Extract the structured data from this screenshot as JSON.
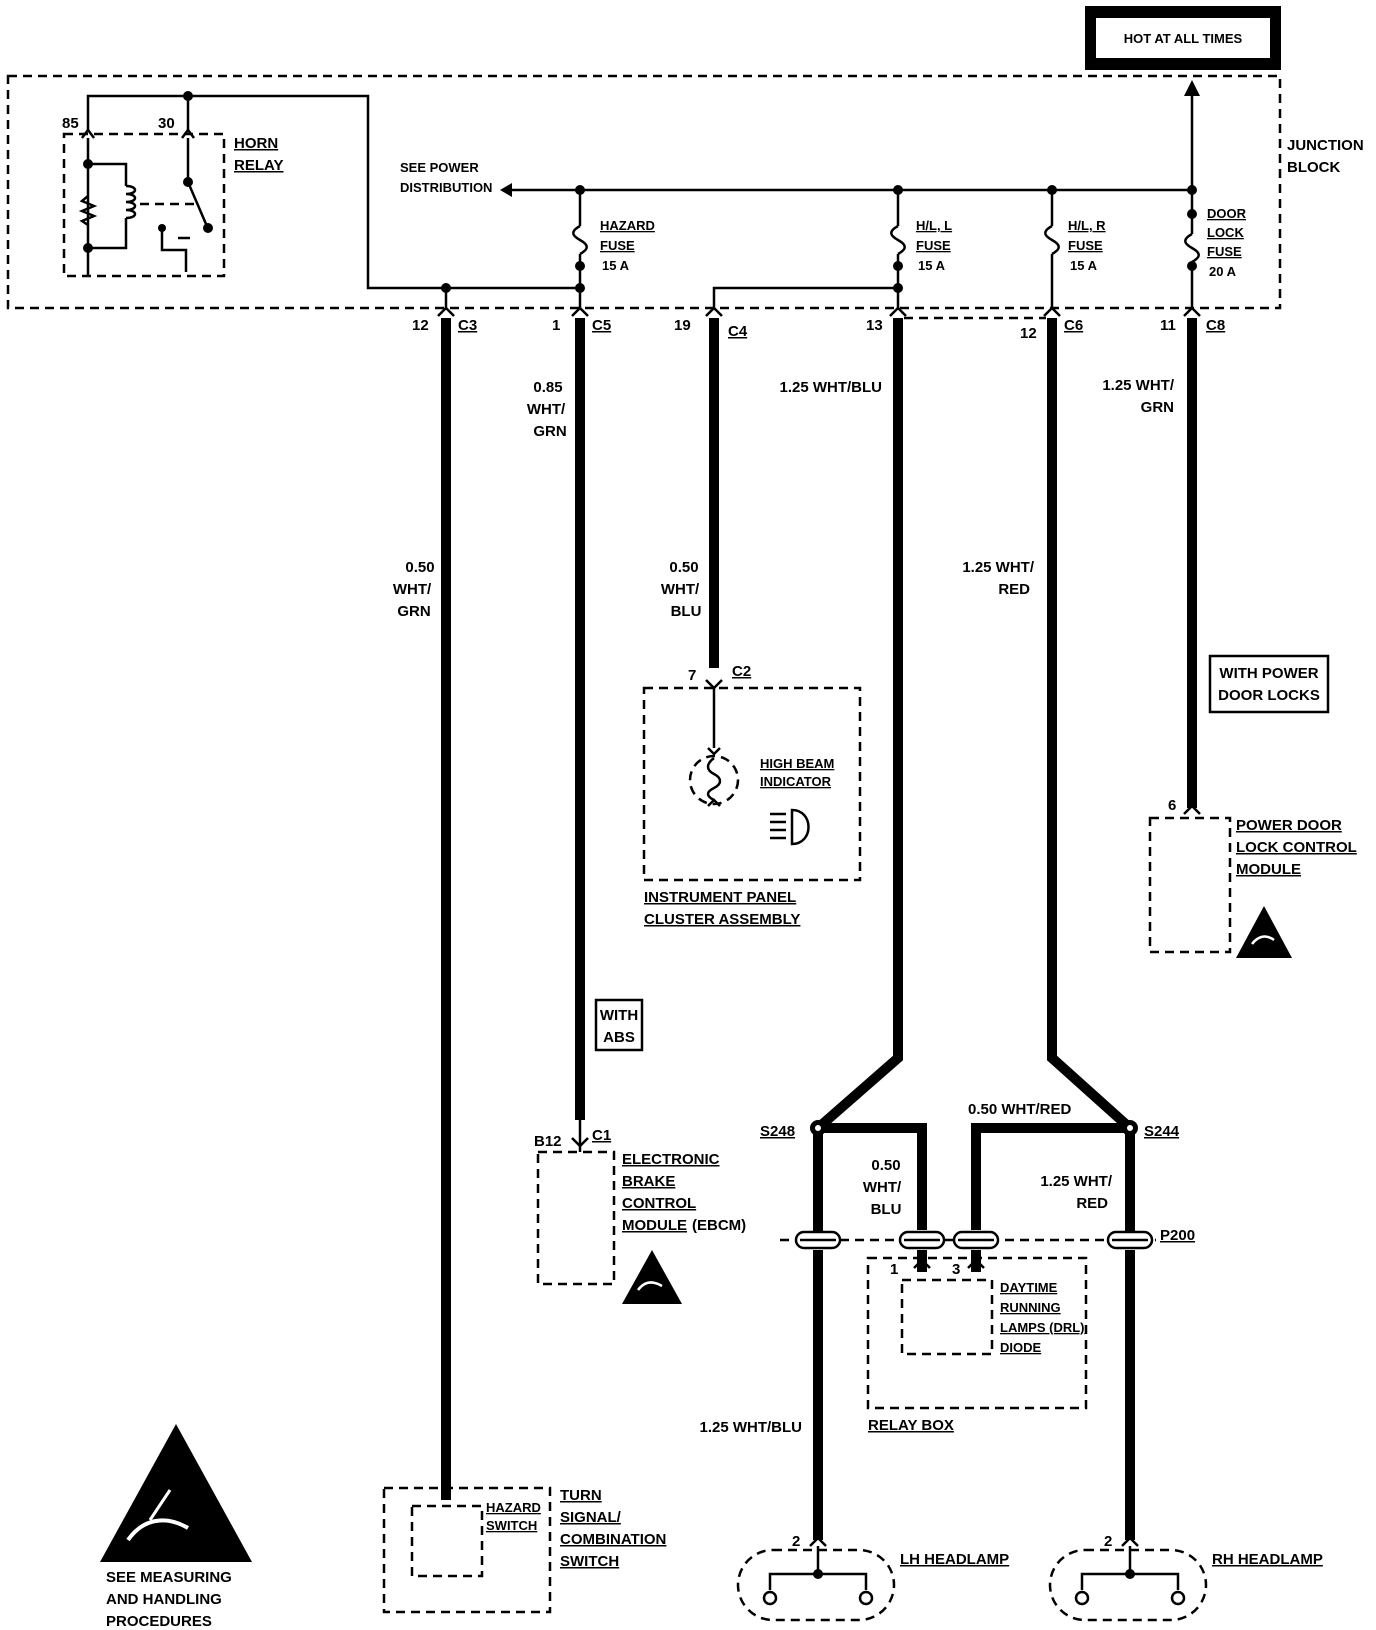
{
  "header": {
    "hot_at_all_times": "HOT AT ALL TIMES"
  },
  "junction_block": {
    "label_1": "JUNCTION",
    "label_2": "BLOCK"
  },
  "horn_relay": {
    "label_1": "HORN",
    "label_2": "RELAY",
    "pin_85": "85",
    "pin_30": "30"
  },
  "power_distribution": {
    "label_1": "SEE POWER",
    "label_2": "DISTRIBUTION"
  },
  "fuses": {
    "hazard": {
      "l1": "HAZARD",
      "l2": "FUSE",
      "rating": "15 A"
    },
    "hl_l": {
      "l1": "H/L, L",
      "l2": "FUSE",
      "rating": "15 A"
    },
    "hl_r": {
      "l1": "H/L, R",
      "l2": "FUSE",
      "rating": "15 A"
    },
    "door_lock": {
      "l1": "DOOR",
      "l2": "LOCK",
      "l3": "FUSE",
      "rating": "20 A"
    }
  },
  "connectors": {
    "c3": {
      "pin": "12",
      "name": "C3"
    },
    "c5": {
      "pin": "1",
      "name": "C5"
    },
    "c4": {
      "pin": "19",
      "name": "C4"
    },
    "c13": {
      "pin": "13"
    },
    "c6": {
      "pin": "12",
      "name": "C6"
    },
    "c8": {
      "pin": "11",
      "name": "C8"
    },
    "c2": {
      "pin": "7",
      "name": "C2"
    },
    "c1": {
      "pin": "B12",
      "name": "C1"
    },
    "pdl": {
      "pin": "6"
    },
    "relay_pin1": "1",
    "relay_pin3": "3",
    "lh_pin": "2",
    "rh_pin": "2"
  },
  "wires": {
    "c3": {
      "l1": "0.50",
      "l2": "WHT/",
      "l3": "GRN"
    },
    "c5": {
      "l1": "0.85",
      "l2": "WHT/",
      "l3": "GRN"
    },
    "c4": {
      "l1": "0.50",
      "l2": "WHT/",
      "l3": "BLU"
    },
    "hl_l_top": "1.25 WHT/BLU",
    "hl_r_top": {
      "l1": "1.25 WHT/",
      "l2": "RED"
    },
    "c8": {
      "l1": "1.25 WHT/",
      "l2": "GRN"
    },
    "drl_red": "0.50 WHT/RED",
    "drl_blu": {
      "l1": "0.50",
      "l2": "WHT/",
      "l3": "BLU"
    },
    "rh_side": {
      "l1": "1.25 WHT/",
      "l2": "RED"
    },
    "lh_bottom": "1.25 WHT/BLU"
  },
  "splices": {
    "s248": "S248",
    "s244": "S244",
    "p200": "P200"
  },
  "components": {
    "high_beam": {
      "l1": "HIGH BEAM",
      "l2": "INDICATOR"
    },
    "cluster": {
      "l1": "INSTRUMENT PANEL",
      "l2": "CLUSTER ASSEMBLY"
    },
    "with_power_door_locks": {
      "l1": "WITH POWER",
      "l2": "DOOR LOCKS"
    },
    "power_door_lock": {
      "l1": "POWER DOOR",
      "l2": "LOCK CONTROL",
      "l3": "MODULE"
    },
    "with_abs": {
      "l1": "WITH",
      "l2": "ABS"
    },
    "ebcm": {
      "l1": "ELECTRONIC",
      "l2": "BRAKE",
      "l3": "CONTROL",
      "l4": "MODULE",
      "l4b": "(EBCM)"
    },
    "drl_diode": {
      "l1": "DAYTIME",
      "l2": "RUNNING",
      "l3": "LAMPS (DRL)",
      "l4": "DIODE"
    },
    "relay_box": "RELAY BOX",
    "hazard_switch": {
      "l1": "HAZARD",
      "l2": "SWITCH"
    },
    "turn_signal": {
      "l1": "TURN",
      "l2": "SIGNAL/",
      "l3": "COMBINATION",
      "l4": "SWITCH"
    },
    "lh_headlamp": "LH HEADLAMP",
    "rh_headlamp": "RH HEADLAMP"
  },
  "esd_note": {
    "l1": "SEE MEASURING",
    "l2": "AND HANDLING",
    "l3": "PROCEDURES"
  }
}
